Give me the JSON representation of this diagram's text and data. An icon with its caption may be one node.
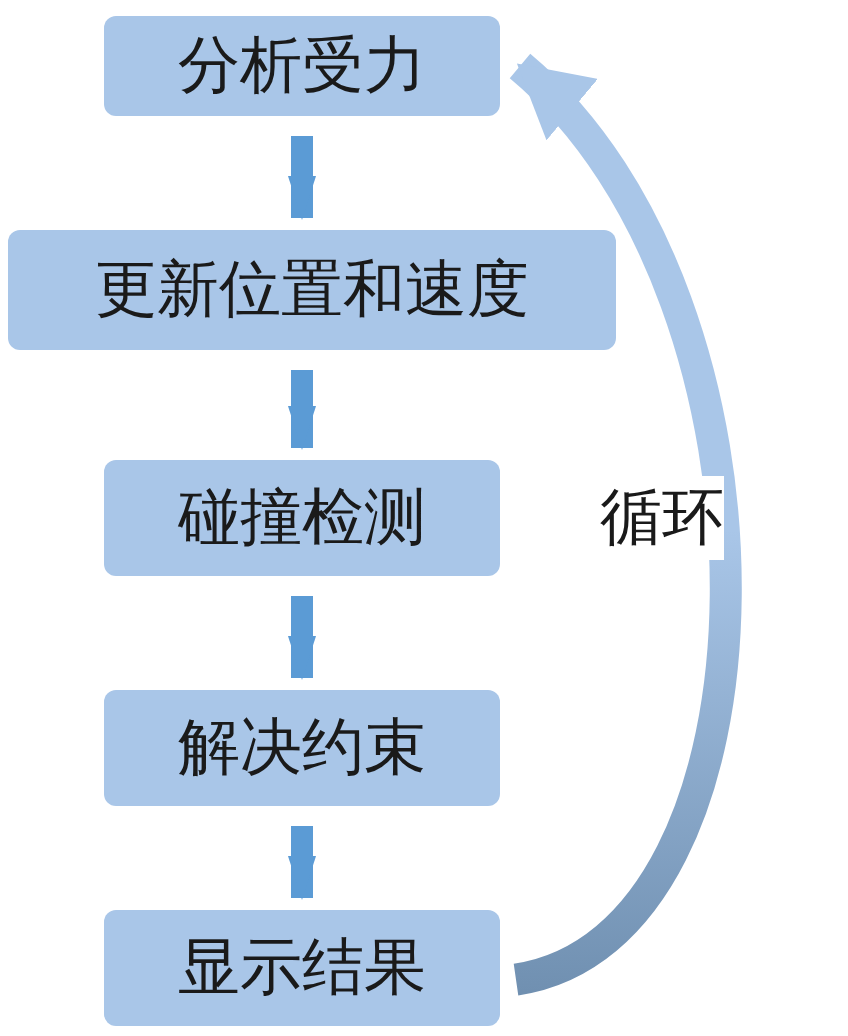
{
  "diagram": {
    "nodes": [
      {
        "text": [
          "分析受力"
        ]
      },
      {
        "text": [
          "更新位置和速度"
        ]
      },
      {
        "text": [
          "碰撞检测"
        ]
      },
      {
        "text": [
          "解决约束"
        ]
      },
      {
        "text": [
          "显示结果"
        ]
      }
    ],
    "edges": [
      {
        "from": 0,
        "to": 1,
        "arrow": "to"
      },
      {
        "from": 1,
        "to": 2,
        "arrow": "to"
      },
      {
        "from": 2,
        "to": 3,
        "arrow": "to"
      },
      {
        "from": 3,
        "to": 4,
        "arrow": "to"
      },
      {
        "from": 4,
        "to": 0,
        "arrow": "to",
        "label": "循环"
      }
    ]
  }
}
